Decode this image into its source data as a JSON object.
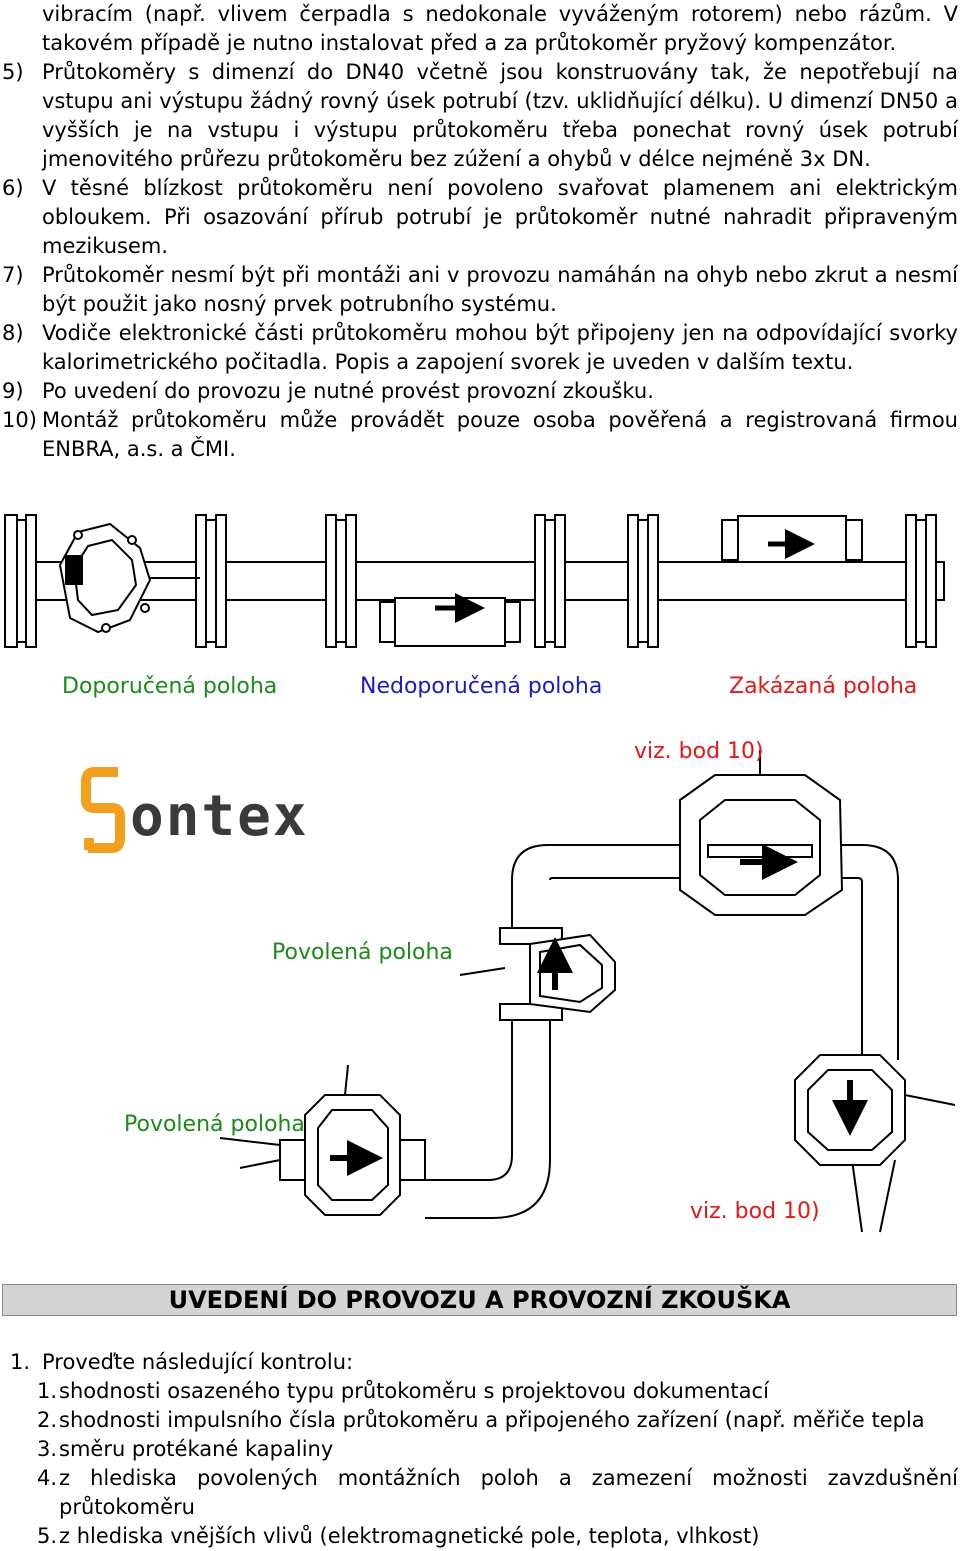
{
  "intro_items": [
    {
      "num": "",
      "text": "vibracím (např. vlivem čerpadla s nedokonale vyváženým rotorem) nebo rázům. V takovém případě je nutno instalovat před a za průtokoměr pryžový kompenzátor."
    },
    {
      "num": "5)",
      "text": "Průtokoměry s dimenzí do DN40 včetně jsou konstruovány tak, že nepotřebují na vstupu ani výstupu žádný rovný úsek potrubí (tzv. uklidňující délku). U dimenzí DN50 a vyšších je na vstupu i výstupu průtokoměru třeba ponechat rovný úsek potrubí jmenovitého průřezu průtokoměru bez zúžení a ohybů v délce nejméně 3x DN."
    },
    {
      "num": "6)",
      "text": "V těsné blízkost průtokoměru není povoleno svařovat plamenem ani elektrickým obloukem. Při osazování přírub potrubí je průtokoměr nutné nahradit připraveným mezikusem."
    },
    {
      "num": "7)",
      "text": "Průtokoměr nesmí být při montáži ani v provozu namáhán na ohyb nebo zkrut a nesmí být použit jako nosný prvek potrubního systému."
    },
    {
      "num": "8)",
      "text": "Vodiče elektronické části průtokoměru mohou být připojeny jen na odpovídající svorky kalorimetrického počitadla. Popis a zapojení svorek je uveden v dalším textu."
    },
    {
      "num": "9)",
      "text": "Po uvedení do provozu je nutné provést provozní zkoušku."
    },
    {
      "num": "10)",
      "text": "Montáž průtokoměru může provádět pouze osoba pověřená a registrovaná firmou ENBRA, a.s. a ČMI."
    }
  ],
  "figure": {
    "label_recommended": "Doporučená poloha",
    "label_not_recommended": "Nedoporučená poloha",
    "label_forbidden": "Zakázaná poloha",
    "label_allowed_1": "Povolená poloha",
    "label_allowed_2": "Povolená poloha",
    "note_top": "viz. bod 10)",
    "note_bottom": "viz. bod 10)",
    "logo_text": "Sontex"
  },
  "section_heading": "UVEDENÍ DO PROVOZU A PROVOZNÍ ZKOUŠKA",
  "check": {
    "num": "1.",
    "text": "Proveďte následující kontrolu:",
    "items": [
      {
        "num": "1.",
        "text": "shodnosti osazeného typu průtokoměru s projektovou dokumentací"
      },
      {
        "num": "2.",
        "text": "shodnosti impulsního čísla průtokoměru a připojeného zařízení (např. měřiče tepla"
      },
      {
        "num": "3.",
        "text": "směru protékané kapaliny"
      },
      {
        "num": "4.",
        "text": "z hlediska povolených montážních poloh a zamezení možnosti zavzdušnění průtokoměru"
      },
      {
        "num": "5.",
        "text": "z hlediska vnějších vlivů (elektromagnetické pole, teplota, vlhkost)"
      }
    ]
  },
  "colors": {
    "green": "#1a8a1a",
    "blue": "#1c1cbc",
    "red": "#e01818",
    "logo_orange": "#f0a01c",
    "logo_dark": "#3a3a3a"
  }
}
